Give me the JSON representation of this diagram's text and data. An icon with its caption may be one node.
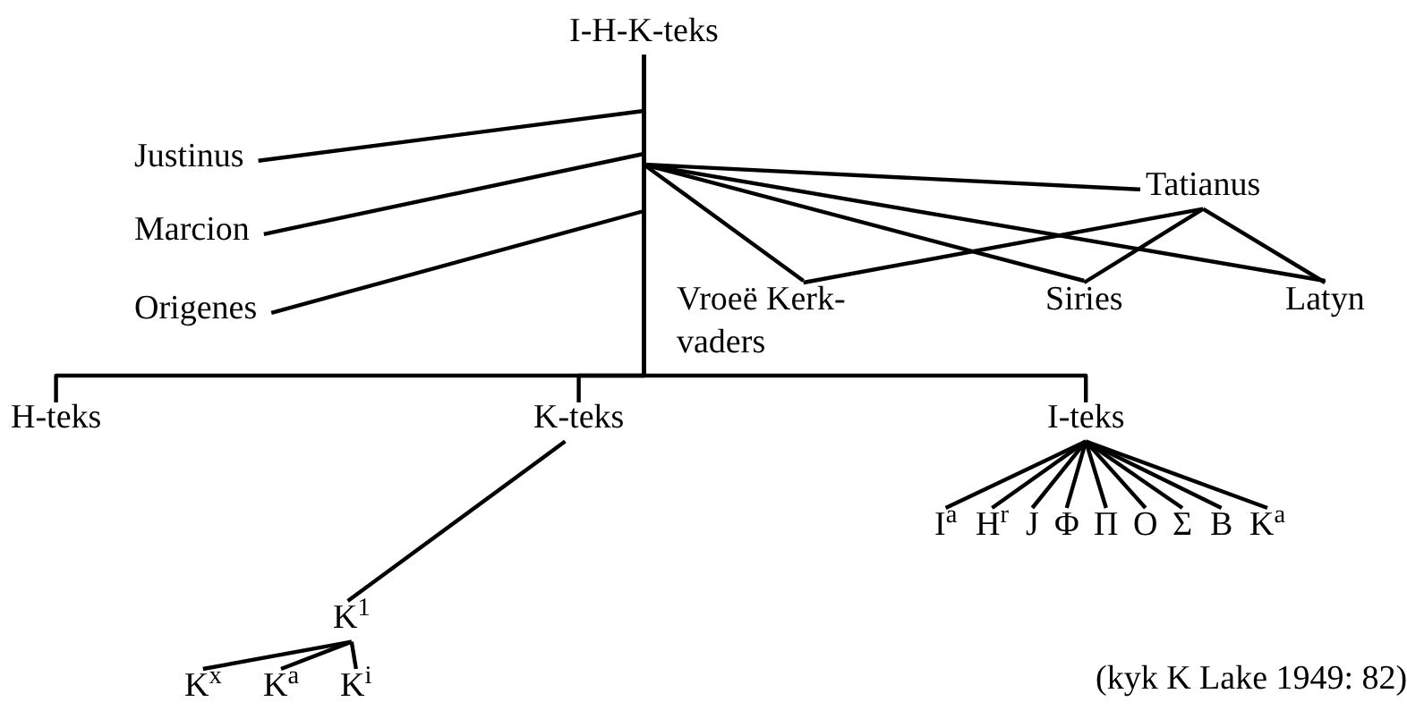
{
  "diagram": {
    "nodes": [
      {
        "text": [
          "I-H-K-teks"
        ]
      },
      {
        "text": [
          "Justinus"
        ]
      },
      {
        "text": [
          "Marcion"
        ]
      },
      {
        "text": [
          "Origenes"
        ]
      },
      {
        "text": [
          "Tatianus"
        ]
      },
      {
        "text": [
          "Vroeë Kerk- vaders"
        ]
      },
      {
        "text": [
          "Siries"
        ]
      },
      {
        "text": [
          "Latyn"
        ]
      },
      {
        "text": [
          "H-teks"
        ]
      },
      {
        "text": [
          "K-teks"
        ]
      },
      {
        "text": [
          "I-teks"
        ]
      },
      {
        "text": [
          "I$^{a}$"
        ]
      },
      {
        "text": [
          "H$^{r}$"
        ]
      },
      {
        "text": [
          "J"
        ]
      },
      {
        "text": [
          "Φ"
        ]
      },
      {
        "text": [
          "Π"
        ]
      },
      {
        "text": [
          "O"
        ]
      },
      {
        "text": [
          "Σ"
        ]
      },
      {
        "text": [
          "B"
        ]
      },
      {
        "text": [
          "K$^{a}$"
        ]
      },
      {
        "text": [
          "K$^{1}$"
        ]
      },
      {
        "text": [
          "K$^{x}$"
        ]
      },
      {
        "text": [
          "K$^{a}$"
        ]
      },
      {
        "text": [
          "K$^{i}$"
        ]
      }
    ],
    "edges": [
      {
        "from": 1,
        "to": 0,
        "arrow": "none"
      },
      {
        "from": 2,
        "to": 0,
        "arrow": "none"
      },
      {
        "from": 3,
        "to": 0,
        "arrow": "none"
      },
      {
        "from": 0,
        "to": 4,
        "arrow": "none"
      },
      {
        "from": 0,
        "to": 5,
        "arrow": "none"
      },
      {
        "from": 0,
        "to": 6,
        "arrow": "none"
      },
      {
        "from": 0,
        "to": 7,
        "arrow": "none"
      },
      {
        "from": 4,
        "to": 5,
        "arrow": "none"
      },
      {
        "from": 4,
        "to": 6,
        "arrow": "none"
      },
      {
        "from": 4,
        "to": 7,
        "arrow": "none"
      },
      {
        "from": 0,
        "to": 8,
        "arrow": "none"
      },
      {
        "from": 0,
        "to": 9,
        "arrow": "none"
      },
      {
        "from": 0,
        "to": 10,
        "arrow": "none"
      },
      {
        "from": 9,
        "to": 20,
        "arrow": "none"
      },
      {
        "from": 20,
        "to": 21,
        "arrow": "none"
      },
      {
        "from": 20,
        "to": 22,
        "arrow": "none"
      },
      {
        "from": 20,
        "to": 23,
        "arrow": "none"
      },
      {
        "from": 10,
        "to": 11,
        "arrow": "none"
      },
      {
        "from": 10,
        "to": 12,
        "arrow": "none"
      },
      {
        "from": 10,
        "to": 13,
        "arrow": "none"
      },
      {
        "from": 10,
        "to": 14,
        "arrow": "none"
      },
      {
        "from": 10,
        "to": 15,
        "arrow": "none"
      },
      {
        "from": 10,
        "to": 16,
        "arrow": "none"
      },
      {
        "from": 10,
        "to": 17,
        "arrow": "none"
      },
      {
        "from": 10,
        "to": 18,
        "arrow": "none"
      },
      {
        "from": 10,
        "to": 19,
        "arrow": "none"
      }
    ],
    "labels": [
      "(kyk K Lake 1949: 82)"
    ]
  }
}
